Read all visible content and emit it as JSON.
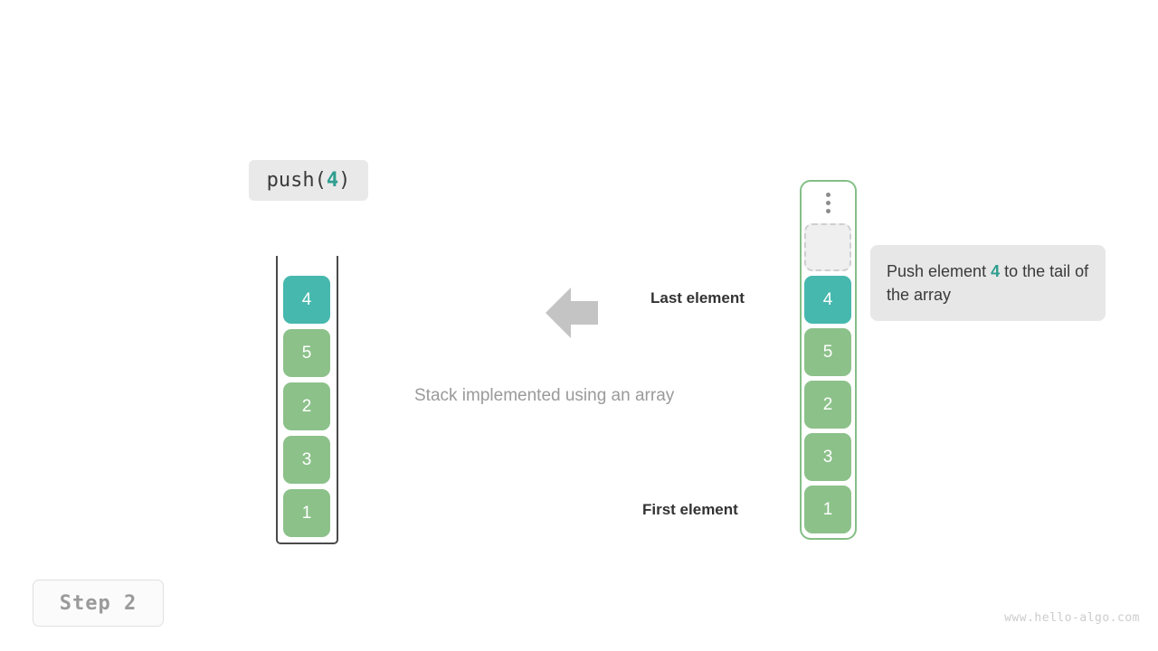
{
  "operation": {
    "name": "push",
    "open_paren": "(",
    "argument": "4",
    "close_paren": ")"
  },
  "stack_panel": {
    "caption": "Stack implemented using an array",
    "cells": [
      {
        "value": "4",
        "color": "teal"
      },
      {
        "value": "5",
        "color": "green"
      },
      {
        "value": "2",
        "color": "green"
      },
      {
        "value": "3",
        "color": "green"
      },
      {
        "value": "1",
        "color": "green"
      }
    ]
  },
  "annotations": {
    "last_element": "Last element",
    "first_element": "First element",
    "arrow_direction": "left"
  },
  "array_panel": {
    "ellipsis_icon": "vertical-dots-icon",
    "cells": [
      {
        "value": "",
        "color": "empty"
      },
      {
        "value": "4",
        "color": "teal"
      },
      {
        "value": "5",
        "color": "green"
      },
      {
        "value": "2",
        "color": "green"
      },
      {
        "value": "3",
        "color": "green"
      },
      {
        "value": "1",
        "color": "green"
      }
    ]
  },
  "tooltip": {
    "text_before": "Push element ",
    "highlight": "4",
    "text_after": " to the tail of the array"
  },
  "footer": {
    "step_label": "Step 2",
    "watermark": "www.hello-algo.com"
  },
  "colors": {
    "teal": "#46b8ae",
    "green": "#8cc18a",
    "accent_text": "#2f9e8f",
    "arrow_gray": "#c4c4c4",
    "chip_bg": "#e9e9e9"
  }
}
